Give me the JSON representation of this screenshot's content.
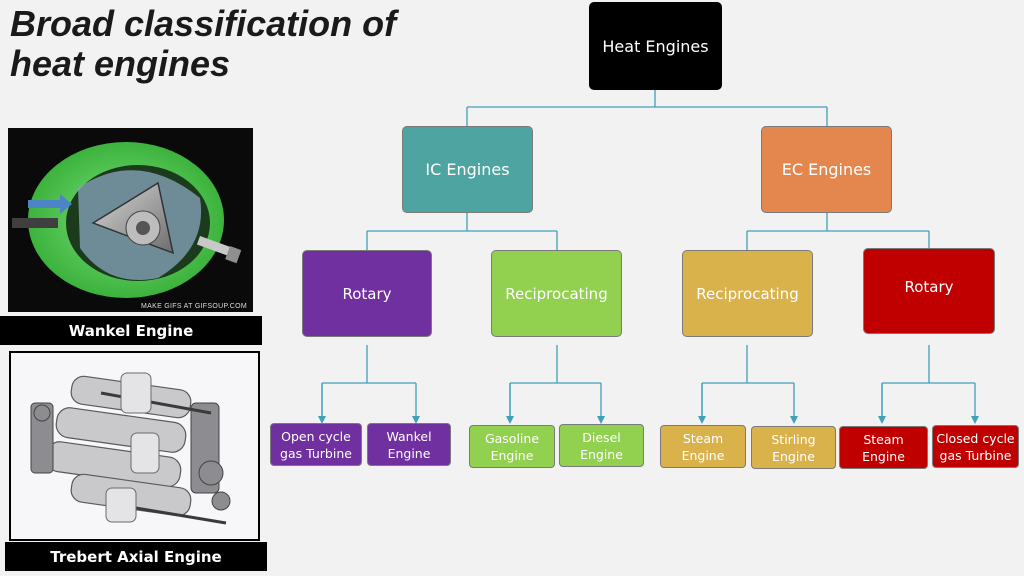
{
  "title": {
    "line1": "Broad classification of",
    "line2": "heat engines"
  },
  "colors": {
    "root": "#000000",
    "ic": "#4ea4a0",
    "ec": "#e4874f",
    "ic_rotary": "#7030a0",
    "ic_reciprocating": "#92d050",
    "ec_reciprocating": "#d9b24c",
    "ec_rotary": "#c00000",
    "connector": "#3fa0b8"
  },
  "tree": {
    "root": "Heat Engines",
    "ic": {
      "label": "IC Engines",
      "rotary": {
        "label": "Rotary",
        "leaves": [
          [
            "Open cycle",
            "gas Turbine"
          ],
          [
            "Wankel",
            "Engine"
          ]
        ]
      },
      "reciprocating": {
        "label": "Reciprocating",
        "leaves": [
          [
            "Gasoline",
            "Engine"
          ],
          [
            "Diesel",
            "Engine"
          ]
        ]
      }
    },
    "ec": {
      "label": "EC Engines",
      "reciprocating": {
        "label": "Reciprocating",
        "leaves": [
          [
            "Steam",
            "Engine"
          ],
          [
            "Stirling",
            "Engine"
          ]
        ]
      },
      "rotary": {
        "label": "Rotary",
        "leaves": [
          [
            "Steam",
            "Engine"
          ],
          [
            "Closed cycle",
            "gas Turbine"
          ]
        ]
      }
    }
  },
  "images": {
    "wankel": {
      "caption": "Wankel Engine",
      "watermark": "MAKE GIFS AT GIFSOUP.COM"
    },
    "trebert": {
      "caption": "Trebert Axial Engine"
    }
  }
}
